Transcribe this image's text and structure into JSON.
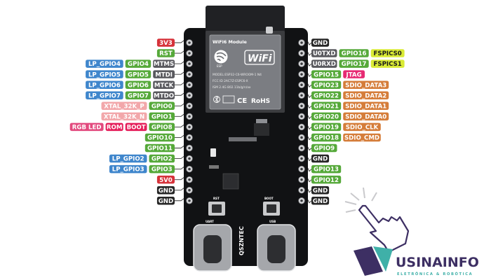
{
  "colors": {
    "power": "#d6323a",
    "ground": "#262626",
    "gpio": "#56a93a",
    "lp_gpio": "#3f86cc",
    "jtag": "#59595e",
    "xtal": "#f2a7aa",
    "led": "#e24a7e",
    "strap": "#e51e5a",
    "sdio": "#d57d3a",
    "fspi": "#d9ea34",
    "jtag_pink": "#e72a73",
    "brand_dark": "#3d2f63",
    "brand_teal": "#3fb0a8"
  },
  "left_pins": [
    {
      "labels": [
        {
          "text": "3V3",
          "kind": "power"
        }
      ]
    },
    {
      "labels": [
        {
          "text": "RST",
          "kind": "gpio"
        }
      ]
    },
    {
      "labels": [
        {
          "text": "LP_GPIO4",
          "kind": "lp_gpio"
        },
        {
          "text": "GPIO4",
          "kind": "gpio"
        },
        {
          "text": "MTMS",
          "kind": "jtag"
        }
      ]
    },
    {
      "labels": [
        {
          "text": "LP_GPIO5",
          "kind": "lp_gpio"
        },
        {
          "text": "GPIO5",
          "kind": "gpio"
        },
        {
          "text": "MTDI",
          "kind": "jtag"
        }
      ]
    },
    {
      "labels": [
        {
          "text": "LP_GPIO6",
          "kind": "lp_gpio"
        },
        {
          "text": "GPIO6",
          "kind": "gpio"
        },
        {
          "text": "MTCK",
          "kind": "jtag"
        }
      ]
    },
    {
      "labels": [
        {
          "text": "LP_GPIO7",
          "kind": "lp_gpio"
        },
        {
          "text": "GPIO7",
          "kind": "gpio"
        },
        {
          "text": "MTDO",
          "kind": "jtag"
        }
      ]
    },
    {
      "labels": [
        {
          "text": "XTAL_32K_P",
          "kind": "xtal"
        },
        {
          "text": "GPIO0",
          "kind": "gpio"
        }
      ]
    },
    {
      "labels": [
        {
          "text": "XTAL_32K_N",
          "kind": "xtal"
        },
        {
          "text": "GPIO1",
          "kind": "gpio"
        }
      ]
    },
    {
      "labels": [
        {
          "text": "RGB LED",
          "kind": "led"
        },
        {
          "text": "ROM",
          "kind": "strap"
        },
        {
          "text": "BOOT",
          "kind": "strap"
        },
        {
          "text": "GPIO8",
          "kind": "gpio"
        }
      ]
    },
    {
      "labels": [
        {
          "text": "GPIO10",
          "kind": "gpio"
        }
      ]
    },
    {
      "labels": [
        {
          "text": "GPIO11",
          "kind": "gpio"
        }
      ]
    },
    {
      "labels": [
        {
          "text": "LP_GPIO2",
          "kind": "lp_gpio"
        },
        {
          "text": "GPIO2",
          "kind": "gpio"
        }
      ]
    },
    {
      "labels": [
        {
          "text": "LP_GPIO3",
          "kind": "lp_gpio"
        },
        {
          "text": "GPIO3",
          "kind": "gpio"
        }
      ]
    },
    {
      "labels": [
        {
          "text": "5V0",
          "kind": "power"
        }
      ]
    },
    {
      "labels": [
        {
          "text": "GND",
          "kind": "ground"
        }
      ]
    },
    {
      "labels": [
        {
          "text": "GND",
          "kind": "ground"
        }
      ]
    }
  ],
  "right_pins": [
    {
      "labels": [
        {
          "text": "GND",
          "kind": "ground"
        }
      ]
    },
    {
      "labels": [
        {
          "text": "U0TXD",
          "kind": "jtag"
        },
        {
          "text": "GPIO16",
          "kind": "gpio"
        },
        {
          "text": "FSPICS0",
          "kind": "fspi"
        }
      ]
    },
    {
      "labels": [
        {
          "text": "U0RXD",
          "kind": "jtag"
        },
        {
          "text": "GPIO17",
          "kind": "gpio"
        },
        {
          "text": "FSPICS1",
          "kind": "fspi"
        }
      ]
    },
    {
      "labels": [
        {
          "text": "GPIO15",
          "kind": "gpio"
        },
        {
          "text": "JTAG",
          "kind": "jtag_pink"
        }
      ]
    },
    {
      "labels": [
        {
          "text": "GPIO23",
          "kind": "gpio"
        },
        {
          "text": "SDIO_DATA3",
          "kind": "sdio"
        }
      ]
    },
    {
      "labels": [
        {
          "text": "GPIO22",
          "kind": "gpio"
        },
        {
          "text": "SDIO_DATA2",
          "kind": "sdio"
        }
      ]
    },
    {
      "labels": [
        {
          "text": "GPIO21",
          "kind": "gpio"
        },
        {
          "text": "SDIO_DATA1",
          "kind": "sdio"
        }
      ]
    },
    {
      "labels": [
        {
          "text": "GPIO20",
          "kind": "gpio"
        },
        {
          "text": "SDIO_DATA0",
          "kind": "sdio"
        }
      ]
    },
    {
      "labels": [
        {
          "text": "GPIO19",
          "kind": "gpio"
        },
        {
          "text": "SDIO_CLK",
          "kind": "sdio"
        }
      ]
    },
    {
      "labels": [
        {
          "text": "GPIO18",
          "kind": "gpio"
        },
        {
          "text": "SDIO_CMD",
          "kind": "sdio"
        }
      ]
    },
    {
      "labels": [
        {
          "text": "GPIO9",
          "kind": "gpio"
        }
      ]
    },
    {
      "labels": [
        {
          "text": "GND",
          "kind": "ground"
        }
      ]
    },
    {
      "labels": [
        {
          "text": "GPIO13",
          "kind": "gpio"
        }
      ]
    },
    {
      "labels": [
        {
          "text": "GPIO12",
          "kind": "gpio"
        }
      ]
    },
    {
      "labels": [
        {
          "text": "GND",
          "kind": "ground"
        }
      ]
    },
    {
      "labels": [
        {
          "text": "GND",
          "kind": "ground"
        }
      ]
    }
  ],
  "module": {
    "title": "WiFi6 Module",
    "brand_small": "ESP",
    "model": "MODEL:ESP32-C6-WROOM-1 N4",
    "fcc": "FCC ID 2AC7Z-ESPC6-X",
    "ism": "ISM 2.4G 802.11b/g/n/ax",
    "wifi": "WiFi",
    "ce": "CE",
    "rohs": "RoHS"
  },
  "board": {
    "rst_label": "RST",
    "boot_label": "BOOT",
    "uart_label": "UART",
    "usb_label": "USB",
    "vendor_text": "QSZNTEC"
  },
  "logo": {
    "name": "USINAINFO",
    "tagline": "ELETRÔNICA & ROBÓTICA"
  }
}
